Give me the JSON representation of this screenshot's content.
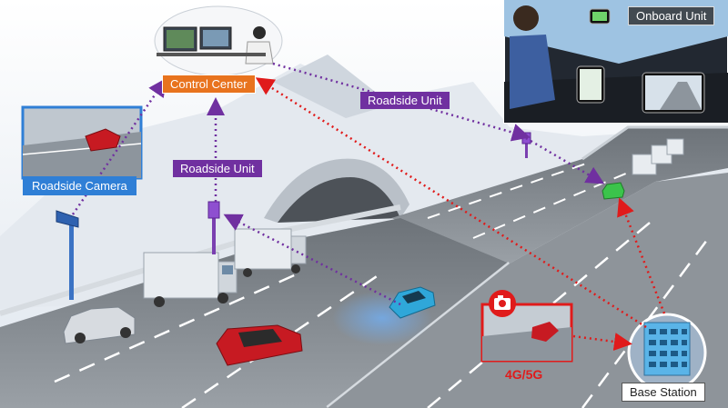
{
  "labels": {
    "control_center": "Control Center",
    "roadside_unit_top": "Roadside Unit",
    "roadside_unit_left": "Roadside Unit",
    "roadside_camera": "Roadside Camera",
    "onboard_unit": "Onboard Unit",
    "network": "4G/5G",
    "base_station": "Base Station"
  },
  "colors": {
    "purple_link": "#7030a0",
    "red_link": "#e01b1b",
    "orange_label": "#e8731e",
    "blue_label": "#2f7fd6"
  }
}
